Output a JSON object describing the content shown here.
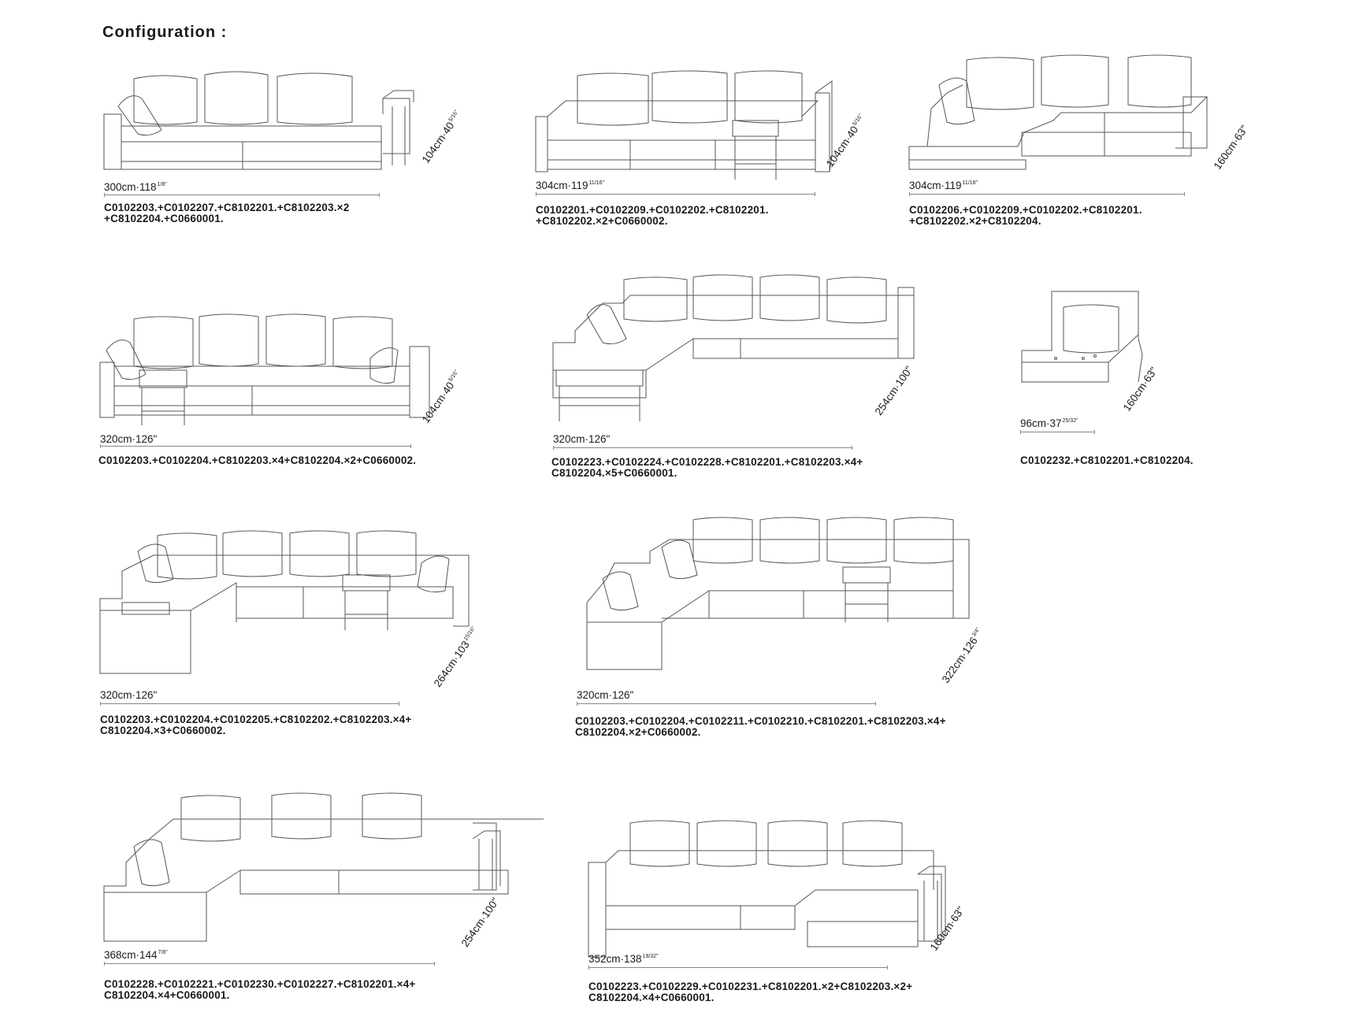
{
  "title": "Configuration :",
  "configurations": [
    {
      "width": "300cm·118",
      "width_frac": "1/8\"",
      "depth": "104cm·40",
      "depth_frac": "5/16\"",
      "codes": [
        "C0102203.+C0102207.+C8102201.+C8102203.×2",
        "+C8102204.+C0660001."
      ]
    },
    {
      "width": "304cm·119",
      "width_frac": "11/16\"",
      "depth": "104cm·40",
      "depth_frac": "5/16\"",
      "codes": [
        "C0102201.+C0102209.+C0102202.+C8102201.",
        "+C8102202.×2+C0660002."
      ]
    },
    {
      "width": "304cm·119",
      "width_frac": "11/16\"",
      "depth": "160cm·63\"",
      "depth_frac": "",
      "codes": [
        "C0102206.+C0102209.+C0102202.+C8102201.",
        "+C8102202.×2+C8102204."
      ]
    },
    {
      "width": "320cm·126\"",
      "width_frac": "",
      "depth": "104cm·40",
      "depth_frac": "5/16\"",
      "codes": [
        "C0102203.+C0102204.+C8102203.×4+C8102204.×2+C0660002."
      ]
    },
    {
      "width": "320cm·126\"",
      "width_frac": "",
      "depth": "254cm·100\"",
      "depth_frac": "",
      "codes": [
        "C0102223.+C0102224.+C0102228.+C8102201.+C8102203.×4+",
        "C8102204.×5+C0660001."
      ]
    },
    {
      "width": "96cm·37",
      "width_frac": "25/32\"",
      "depth": "160cm·63\"",
      "depth_frac": "",
      "codes": [
        "C0102232.+C8102201.+C8102204."
      ]
    },
    {
      "width": "320cm·126\"",
      "width_frac": "",
      "depth": "264cm·103",
      "depth_frac": "15/16\"",
      "codes": [
        "C0102203.+C0102204.+C0102205.+C8102202.+C8102203.×4+",
        "C8102204.×3+C0660002."
      ]
    },
    {
      "width": "320cm·126\"",
      "width_frac": "",
      "depth": "322cm·126",
      "depth_frac": "3/4\"",
      "codes": [
        "C0102203.+C0102204.+C0102211.+C0102210.+C8102201.+C8102203.×4+",
        "C8102204.×2+C0660002."
      ]
    },
    {
      "width": "368cm·144",
      "width_frac": "7/8\"",
      "depth": "254cm·100\"",
      "depth_frac": "",
      "codes": [
        "C0102228.+C0102221.+C0102230.+C0102227.+C8102201.×4+",
        "C8102204.×4+C0660001."
      ]
    },
    {
      "width": "352cm·138",
      "width_frac": "19/32\"",
      "depth": "160cm·63\"",
      "depth_frac": "",
      "codes": [
        "C0102223.+C0102229.+C0102231.+C8102201.×2+C8102203.×2+",
        "C8102204.×4+C0660001."
      ]
    }
  ]
}
